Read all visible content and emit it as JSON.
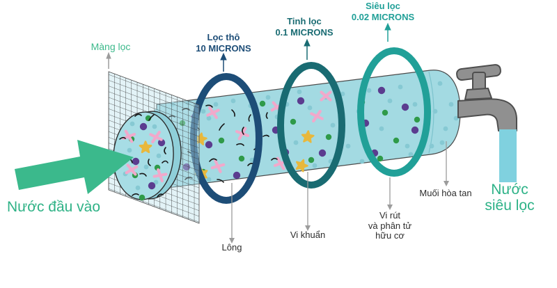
{
  "labels": {
    "membrane": "Màng lọc",
    "input_water": "Nước đầu vào",
    "output_water_lines": [
      "Nước",
      "siêu lọc"
    ]
  },
  "stages": [
    {
      "name": "Lọc thô",
      "size": "10 MICRONS"
    },
    {
      "name": "Tinh lọc",
      "size": "0.1 MICRONS"
    },
    {
      "name": "Siêu lọc",
      "size": "0.02 MICRONS"
    }
  ],
  "contaminants": [
    {
      "label": "Lông"
    },
    {
      "label": "Vi khuẩn"
    },
    {
      "label_lines": [
        "Vi rút",
        "và phân tử",
        "hữu cơ"
      ]
    },
    {
      "label": "Muối hòa tan"
    }
  ],
  "colors": {
    "input_arrow_green": "#3bb98c",
    "input_label_green": "#2fb286",
    "output_label_green": "#2db287",
    "membrane_label_green": "#3cb98b",
    "stage1_blue": "#1d4d77",
    "stage2_teal_dark": "#196b72",
    "stage3_teal": "#21a098",
    "tube_body": "#a3dae2",
    "tube_dot": "#86c9d3",
    "particle_pink": "#f1a9cb",
    "particle_purple": "#5b3c8f",
    "particle_green": "#2f9a49",
    "particle_yellow": "#e8b83c",
    "hair_black": "#161616",
    "faucet_gray": "#909090",
    "water_blue": "#80d1df",
    "dark_label": "#2d2d2d"
  }
}
